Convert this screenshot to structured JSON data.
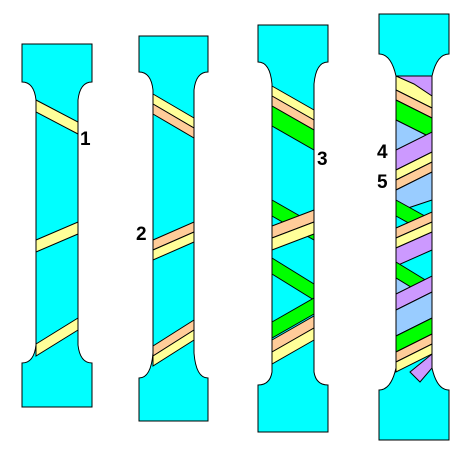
{
  "colors": {
    "cyan": "#00ffff",
    "yellow": "#ffff99",
    "tan": "#ffcc99",
    "green": "#00ff00",
    "purple": "#cc99ff",
    "blue": "#99ccff",
    "outline": "#000000"
  },
  "specimens": [
    {
      "id": "specimen-1",
      "label_text": "1"
    },
    {
      "id": "specimen-2",
      "label_text": "2"
    },
    {
      "id": "specimen-3",
      "label_text": "3"
    },
    {
      "id": "specimen-4",
      "label_text": "4"
    },
    {
      "id": "specimen-5",
      "label_text": "5"
    }
  ]
}
